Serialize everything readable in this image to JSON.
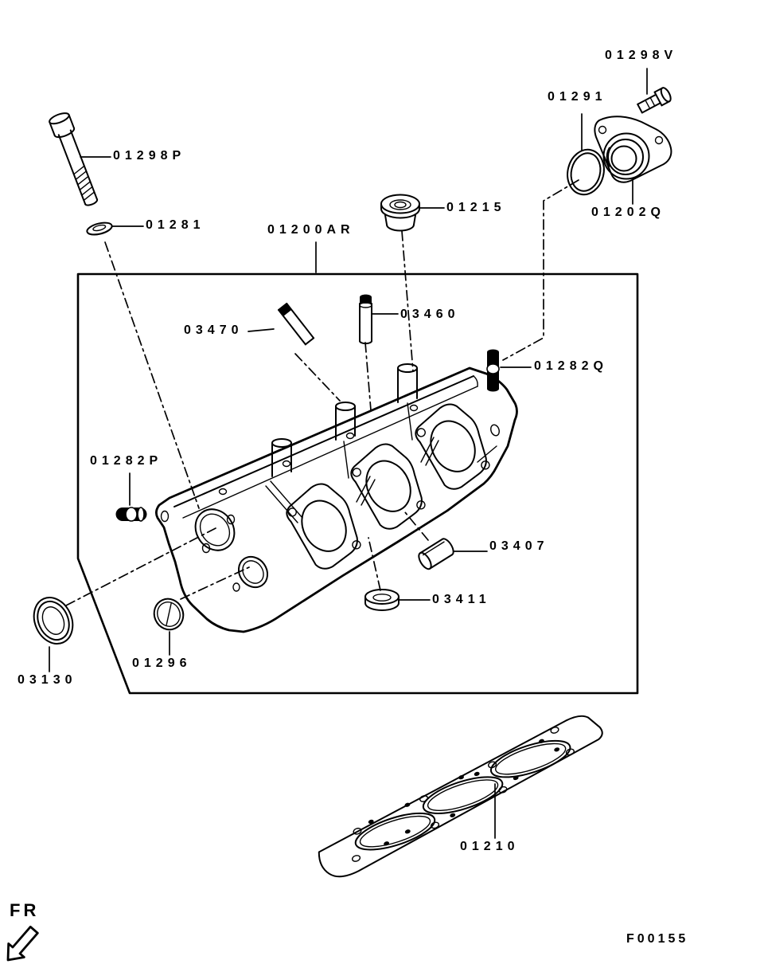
{
  "diagram": {
    "assembly_box_label": "01200AR",
    "parts": [
      {
        "label": "01298V"
      },
      {
        "label": "01291"
      },
      {
        "label": "01202Q"
      },
      {
        "label": "01298P"
      },
      {
        "label": "01281"
      },
      {
        "label": "01215"
      },
      {
        "label": "01200AR"
      },
      {
        "label": "03470"
      },
      {
        "label": "03460"
      },
      {
        "label": "01282Q"
      },
      {
        "label": "01282P"
      },
      {
        "label": "03407"
      },
      {
        "label": "03411"
      },
      {
        "label": "03130"
      },
      {
        "label": "01296"
      },
      {
        "label": "01210"
      }
    ],
    "front_marker": "FR",
    "figure_code": "F00155"
  }
}
